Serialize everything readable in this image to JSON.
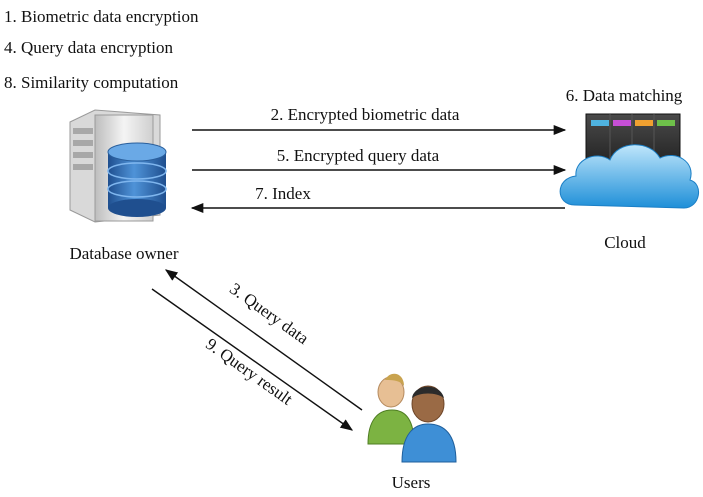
{
  "steps": {
    "step1": "1. Biometric data encryption",
    "step4": "4. Query data encryption",
    "step8": "8. Similarity computation"
  },
  "nodes": {
    "database_owner": "Database owner",
    "cloud": "Cloud",
    "cloud_task": "6. Data matching",
    "users": "Users"
  },
  "edges": {
    "encrypted_biometric": "2. Encrypted biometric data",
    "encrypted_query": "5. Encrypted query data",
    "index": "7. Index",
    "query_data": "3. Query data",
    "query_result": "9. Query result"
  },
  "colors": {
    "arrow": "#111111",
    "database": "#2f6fb5",
    "cloud": "#3aa6e6",
    "server": "#e6e6e6"
  }
}
